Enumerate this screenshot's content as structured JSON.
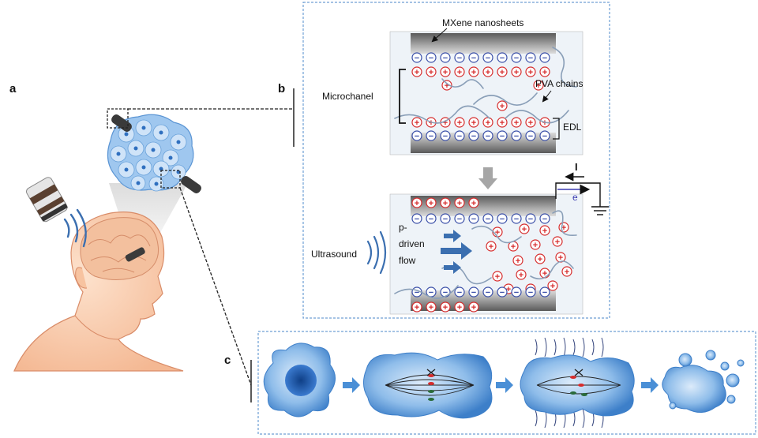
{
  "panels": {
    "a": {
      "letter": "a"
    },
    "b": {
      "letter": "b",
      "top_labels": {
        "mxene": "MXene nanosheets",
        "pva": "PVA chains",
        "microchannel": "Microchanel",
        "edl": "EDL"
      },
      "bottom_labels": {
        "ultrasound": "Ultrasound",
        "flow_line1": "p-",
        "flow_line2": "driven",
        "flow_line3": "flow",
        "current": "I",
        "electron": "e"
      },
      "charges": {
        "negative": "−",
        "positive": "+"
      }
    },
    "c": {
      "letter": "c"
    }
  },
  "colors": {
    "frame": "#6f9fd4",
    "nanosheet_dark": "#4a4a4a",
    "nanosheet_light": "#cfcfcf",
    "negative": "#3a4fa8",
    "positive": "#d62c2c",
    "flow_arrow": "#3b6fb0",
    "cell_blue": "#4a8fd6",
    "skin": "#f7c3a0"
  }
}
